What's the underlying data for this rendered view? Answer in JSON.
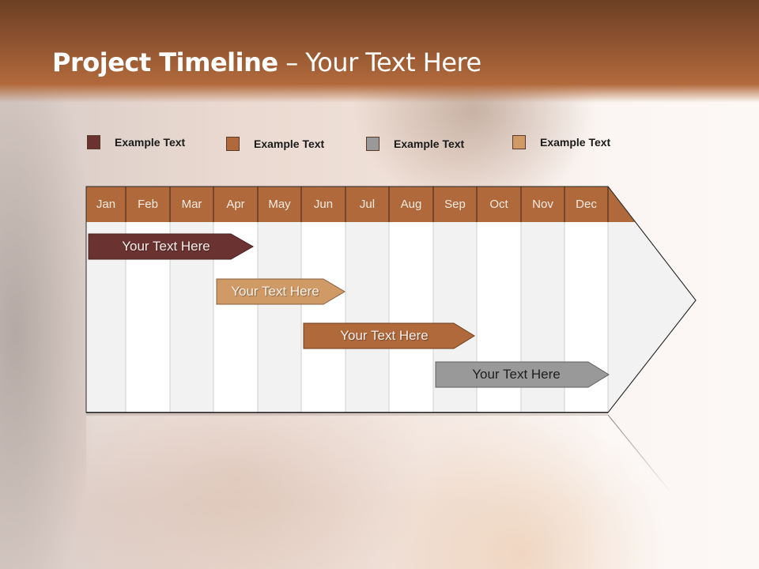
{
  "slide": {
    "title_bold": "Project Timeline",
    "title_rest": " – Your Text Here"
  },
  "legend": [
    {
      "label": "Example Text",
      "color": "#6b3232"
    },
    {
      "label": "Example Text",
      "color": "#b0693b"
    },
    {
      "label": "Example Text",
      "color": "#999999"
    },
    {
      "label": "Example Text",
      "color": "#cf9a66"
    }
  ],
  "timeline": {
    "header_color": "#b0693b",
    "months": [
      "Jan",
      "Feb",
      "Mar",
      "Apr",
      "May",
      "Jun",
      "Jul",
      "Aug",
      "Sep",
      "Oct",
      "Nov",
      "Dec"
    ],
    "tasks": [
      {
        "label": "Your  Text Here",
        "color": "#6b3232",
        "text_color": "#f5ede8",
        "start_month": "Jan",
        "end_month": "Apr"
      },
      {
        "label": "Your  Text Here",
        "color": "#cf9a66",
        "text_color": "#f8efe6",
        "start_month": "Apr",
        "end_month": "Jun"
      },
      {
        "label": "Your  Text Here",
        "color": "#b0693b",
        "text_color": "#f5ede8",
        "start_month": "Jun",
        "end_month": "Sep"
      },
      {
        "label": "Your  Text Here",
        "color": "#999999",
        "text_color": "#1e1e1e",
        "start_month": "Sep",
        "end_month": "Dec"
      }
    ]
  }
}
